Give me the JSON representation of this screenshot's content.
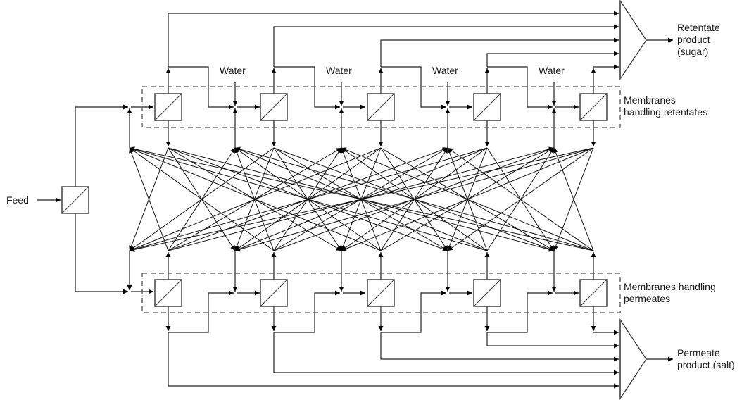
{
  "labels": {
    "feed": "Feed",
    "water": "Water",
    "retentate_product": "Retentate\nproduct\n(sugar)",
    "permeate_product": "Permeate\nproduct (salt)",
    "retentate_group": "Membranes\nhandling retentates",
    "permeate_group": "Membranes handling\npermeates"
  },
  "diagram": {
    "feed_membrane": "membrane",
    "retentate_row_membranes": 5,
    "permeate_row_membranes": 5,
    "water_inlets": 4,
    "mesh": "each membrane output connects to every mixer of the opposite row"
  }
}
